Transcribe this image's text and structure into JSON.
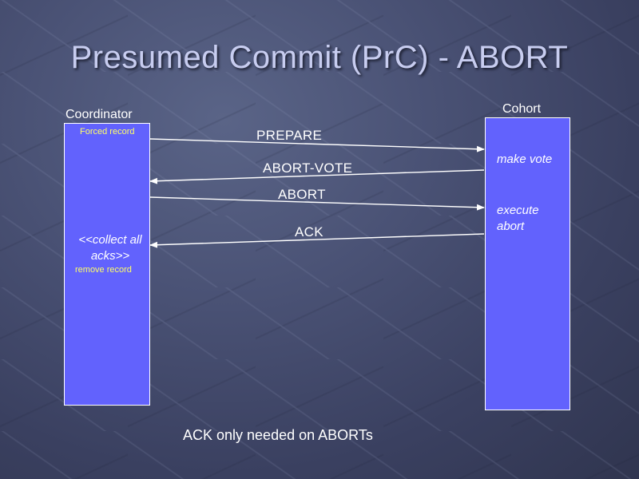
{
  "slide": {
    "title": "Presumed Commit (PrC) - ABORT"
  },
  "coordinator": {
    "label": "Coordinator",
    "forced_record": "Forced record",
    "collect_acks": "<<collect all acks>>",
    "remove_record": "remove record"
  },
  "cohort": {
    "label": "Cohort",
    "make_vote": "make vote",
    "execute_abort": "execute abort"
  },
  "messages": [
    {
      "label": "PREPARE",
      "direction": "coordinator-to-cohort"
    },
    {
      "label": "ABORT-VOTE",
      "direction": "cohort-to-coordinator"
    },
    {
      "label": "ABORT",
      "direction": "coordinator-to-cohort"
    },
    {
      "label": "ACK",
      "direction": "cohort-to-coordinator"
    }
  ],
  "footer": {
    "note": "ACK only needed on ABORTs"
  },
  "colors": {
    "lifeline_fill": "#6262fd",
    "arrow": "#ffffff",
    "record_text": "#ffff66"
  }
}
